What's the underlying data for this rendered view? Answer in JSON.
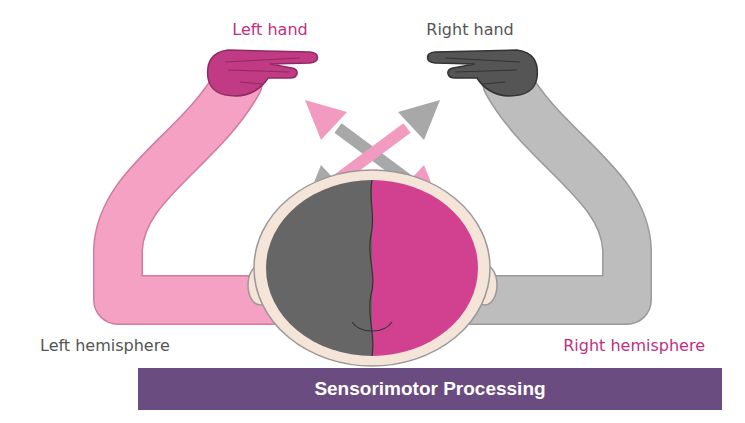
{
  "diagram": {
    "nodes": [
      {
        "text": [
          "Sensorimotor Processing"
        ]
      }
    ],
    "labels": [
      "Left hand",
      "Right hand",
      "Left hemisphere",
      "Right hemisphere"
    ]
  }
}
